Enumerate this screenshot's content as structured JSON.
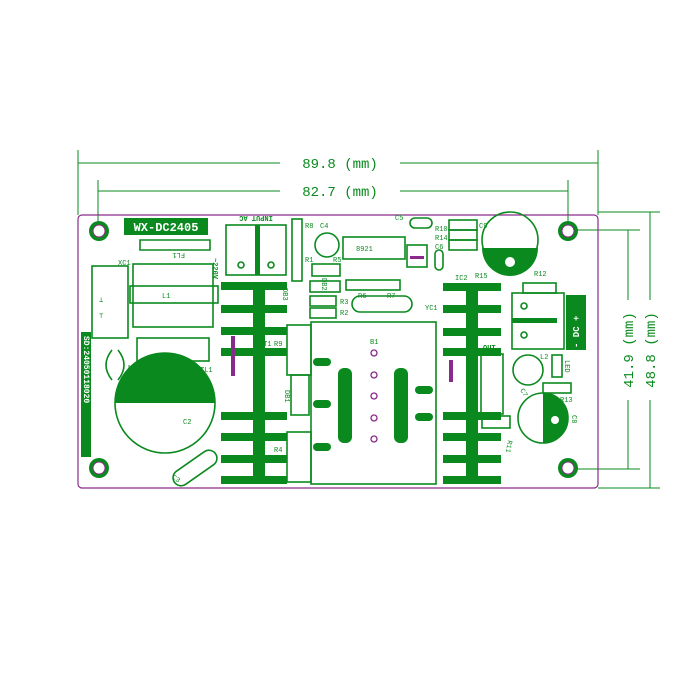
{
  "dimensions": {
    "width_total": "89.8 (mm)",
    "width_holes": "82.7 (mm)",
    "height_holes": "41.9 (mm)",
    "height_total": "48.8 (mm)"
  },
  "board": {
    "model": "WX-DC2405",
    "serial": "SD:24050118020",
    "input_label": "INPUT AC",
    "voltage_label": "~220V",
    "output_label": "OUT",
    "dc_label": "- DC +",
    "components": [
      "XC1",
      "FL1",
      "L1",
      "ZL1",
      "C2",
      "C3",
      "N",
      "R8",
      "C4",
      "R1",
      "R5",
      "DB3",
      "DB2",
      "R3",
      "R2",
      "R6",
      "R7",
      "YC1",
      "BT1",
      "R9",
      "DB1",
      "R4",
      "B1",
      "8921",
      "C5",
      "R10",
      "R14",
      "C6",
      "C9",
      "IC2",
      "R15",
      "R12",
      "L2",
      "LED",
      "C7",
      "R13",
      "C8",
      "R11"
    ],
    "colors": {
      "copper": "#0a8a1e",
      "outline": "#8a2a8a"
    }
  }
}
